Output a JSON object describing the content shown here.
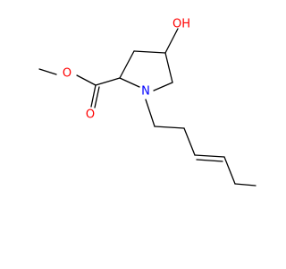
{
  "structure": {
    "atoms": {
      "hydroxyl": {
        "text": "OH",
        "color": "#ff0000"
      },
      "nitrogen": {
        "text": "N",
        "color": "#0000ff"
      },
      "ester_oxygen": {
        "text": "O",
        "color": "#ff0000"
      },
      "carbonyl_oxygen": {
        "text": "O",
        "color": "#ff0000"
      }
    },
    "bond_color": "#000000"
  }
}
